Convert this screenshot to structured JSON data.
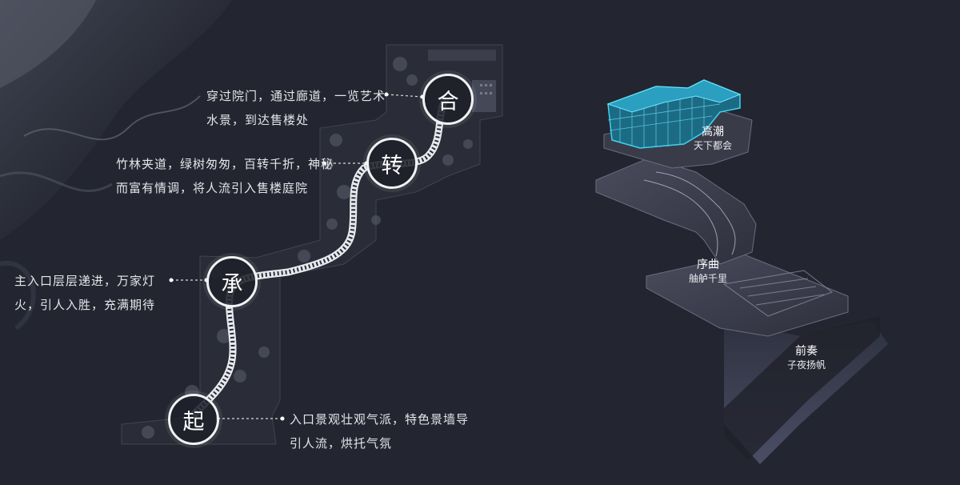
{
  "left_plan": {
    "stages": [
      {
        "char": "合",
        "description": "穿过院门，通过廊道，一览艺术\n水景，到达售楼处"
      },
      {
        "char": "转",
        "description": "竹林夹道，绿树匆匆，百转千折，神秘\n而富有情调，将人流引入售楼庭院"
      },
      {
        "char": "承",
        "description": "主入口层层递进，万家灯\n火，引人入胜，充满期待"
      },
      {
        "char": "起",
        "description": "入口景观壮观气派，特色景墙导\n引人流，烘托气氛"
      }
    ]
  },
  "right_axon": {
    "zones": [
      {
        "title": "高潮",
        "subtitle": "天下都会"
      },
      {
        "title": "序曲",
        "subtitle": "舳舻千里"
      },
      {
        "title": "前奏",
        "subtitle": "子夜扬帆"
      }
    ]
  },
  "colors": {
    "background": "#232630",
    "glass_building": "#3fd3f0",
    "path": "#ffffff"
  }
}
